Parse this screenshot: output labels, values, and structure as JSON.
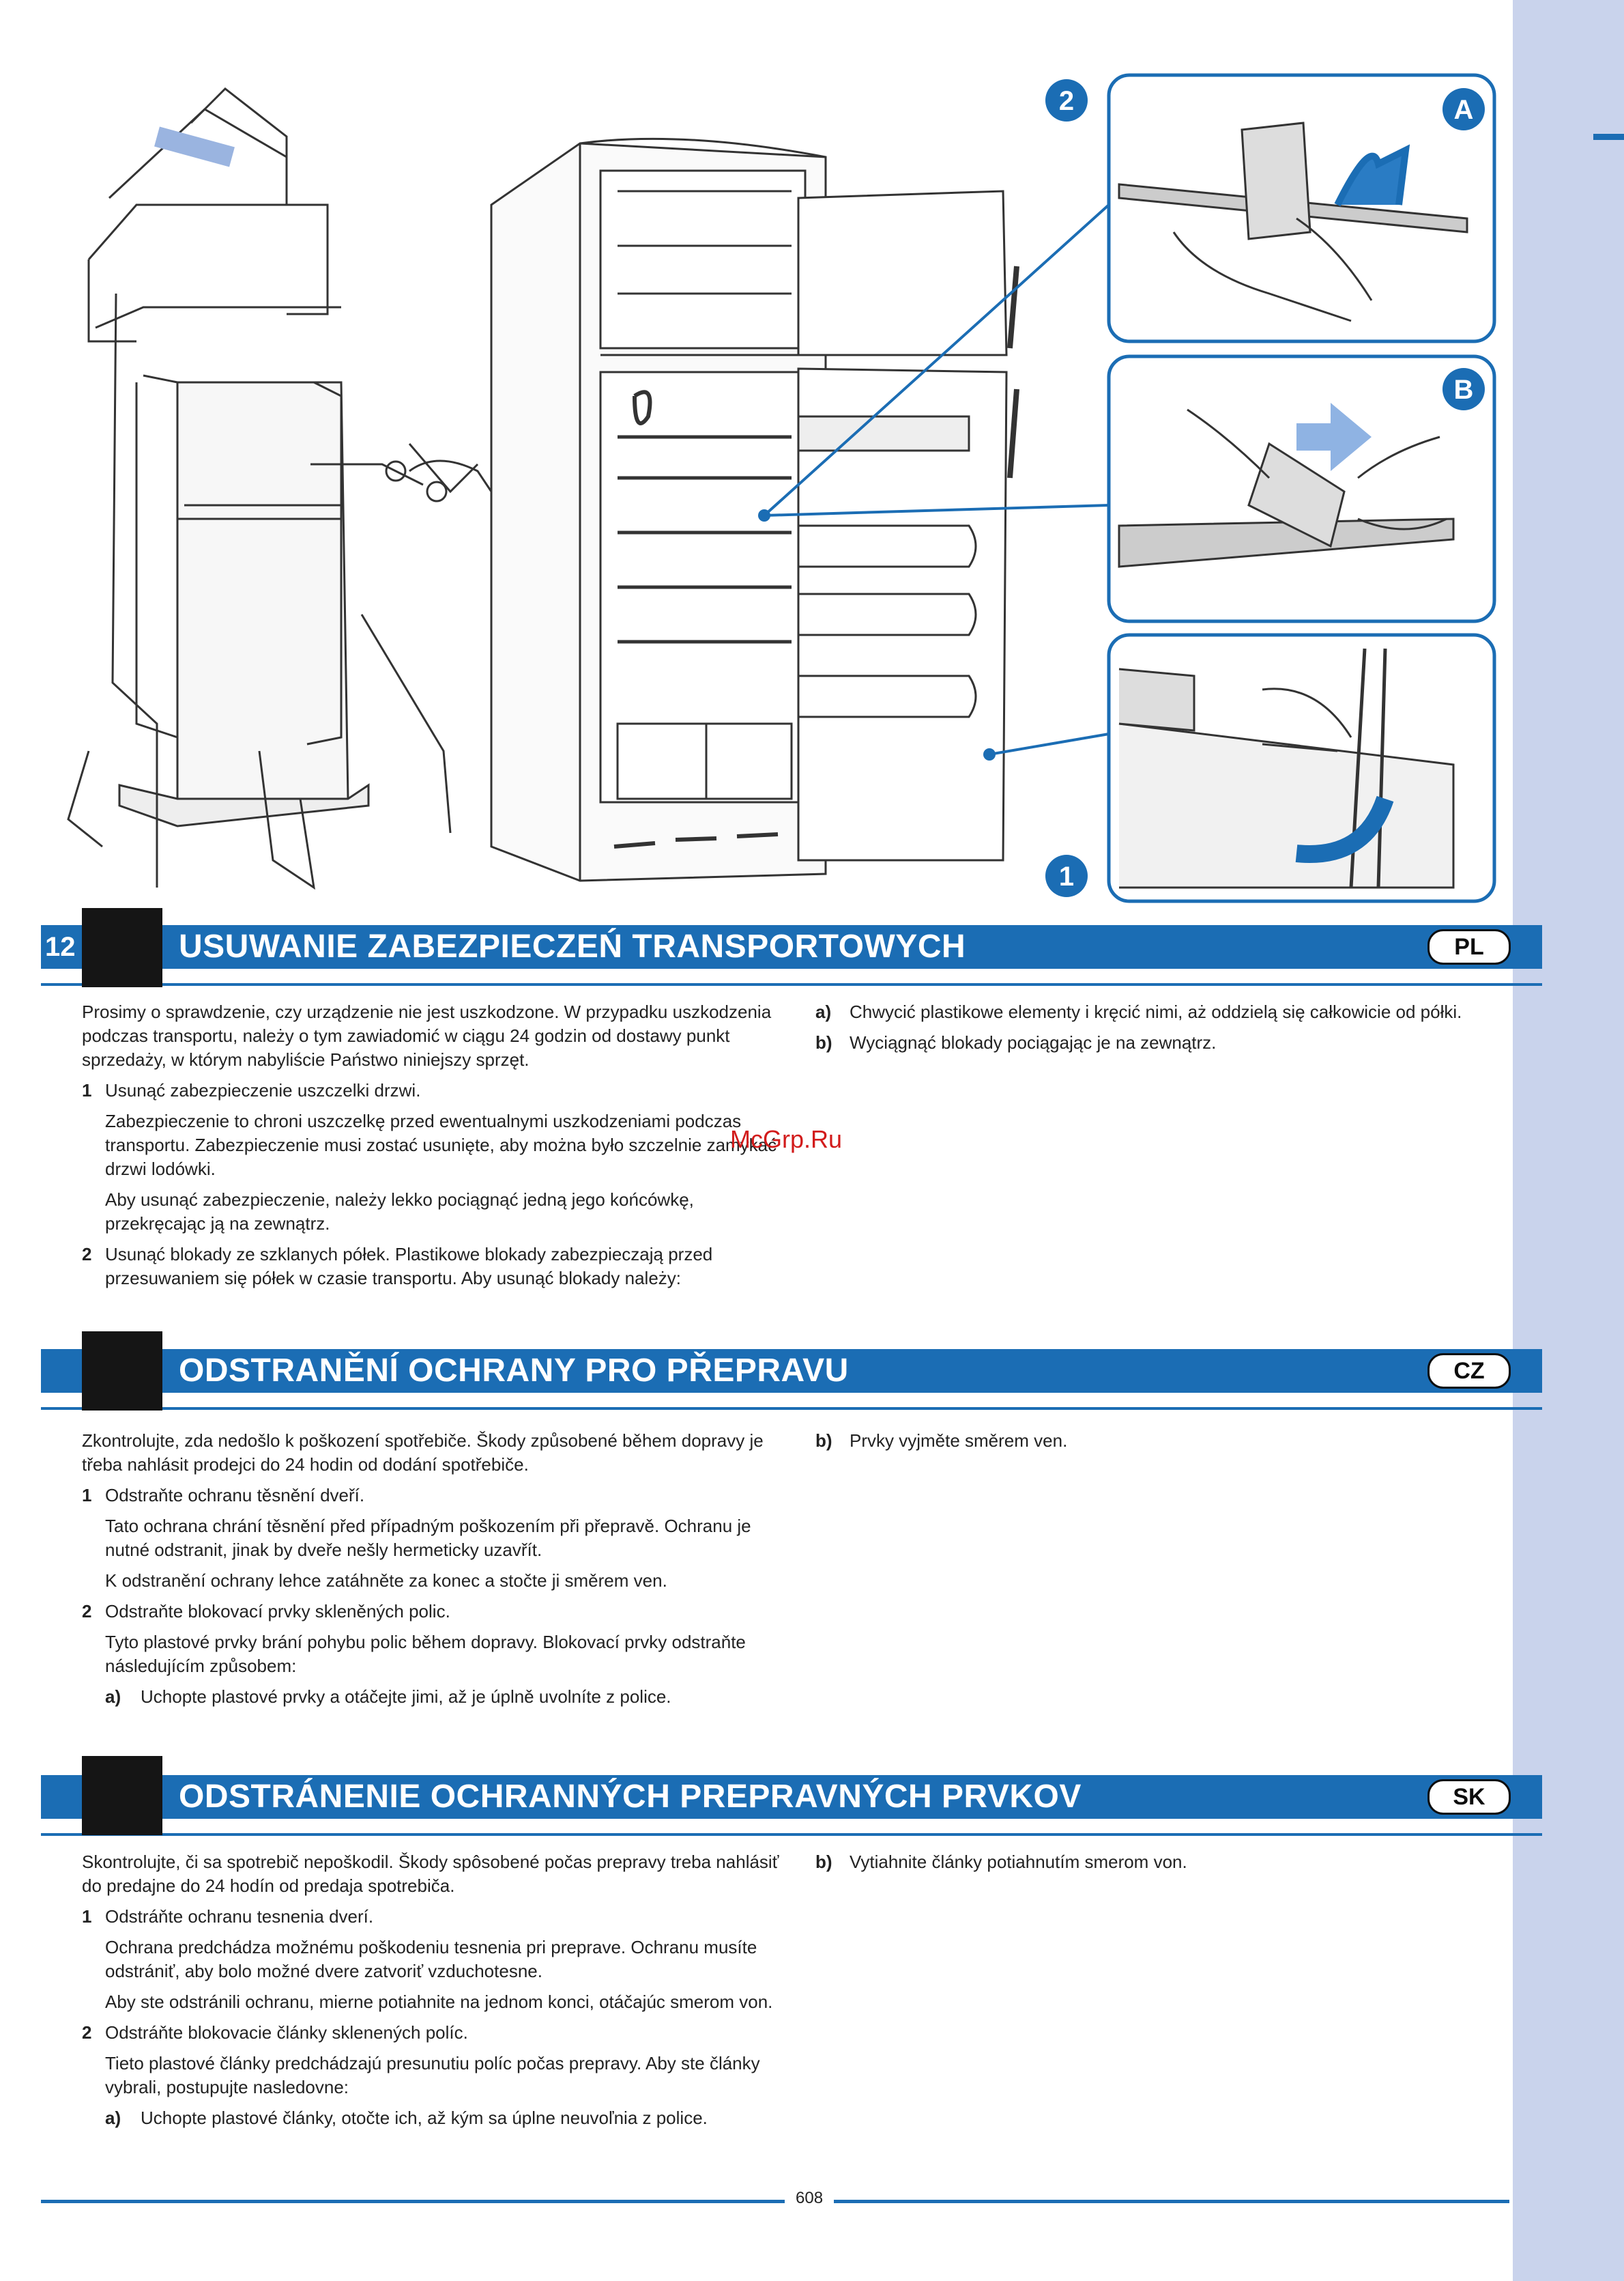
{
  "page_number": "12",
  "footer_page": "608",
  "watermark": "McGrp.Ru",
  "colors": {
    "accent": "#1b6db4",
    "sidebar": "#c9d3ec",
    "text": "#222222"
  },
  "callouts": {
    "one": "1",
    "two": "2",
    "a": "A",
    "b": "B"
  },
  "sections": [
    {
      "lang": "PL",
      "title": "USUWANIE ZABEZPIECZEŃ TRANSPORTOWYCH",
      "left": [
        "Prosimy o sprawdzenie, czy urządzenie nie jest uszkodzone. W przypadku uszkodzenia podczas transportu, należy o tym zawiadomić w ciągu 24 godzin od dostawy punkt sprzedaży, w którym nabyliście Państwo niniejszy sprzęt.",
        "Usunąć zabezpieczenie uszczelki drzwi.",
        "Zabezpieczenie to chroni uszczelkę przed ewentualnymi uszkodzeniami podczas transportu. Zabezpieczenie musi zostać usunięte, aby można było szczelnie zamykać drzwi lodówki.",
        "Aby usunąć zabezpieczenie, należy lekko pociągnąć jedną jego końcówkę, przekręcając ją na zewnątrz.",
        "Usunąć blokady ze szklanych półek. Plastikowe blokady zabezpieczają przed przesuwaniem się półek w czasie transportu. Aby usunąć blokady należy:"
      ],
      "right": [
        {
          "k": "a)",
          "t": "Chwycić plastikowe elementy i kręcić nimi, aż oddzielą się całkowicie od półki."
        },
        {
          "k": "b)",
          "t": "Wyciągnąć blokady pociągając je na zewnątrz."
        }
      ]
    },
    {
      "lang": "CZ",
      "title": "ODSTRANĚNÍ OCHRANY PRO PŘEPRAVU",
      "left": [
        "Zkontrolujte, zda nedošlo k poškození spotřebiče. Škody způsobené během dopravy je třeba nahlásit prodejci do 24 hodin od dodání spotřebiče.",
        "Odstraňte ochranu těsnění dveří.",
        "Tato ochrana chrání těsnění před případným poškozením při přepravě. Ochranu je nutné odstranit, jinak by dveře nešly hermeticky uzavřít.",
        "K odstranění ochrany lehce zatáhněte za konec a stočte ji směrem ven.",
        "Odstraňte blokovací prvky skleněných polic.",
        "Tyto plastové prvky brání pohybu polic během dopravy. Blokovací prvky odstraňte následujícím způsobem:",
        "Uchopte plastové prvky a otáčejte jimi, až je úplně uvolníte z police."
      ],
      "right": [
        {
          "k": "b)",
          "t": "Prvky vyjměte směrem ven."
        }
      ]
    },
    {
      "lang": "SK",
      "title": "ODSTRÁNENIE OCHRANNÝCH PREPRAVNÝCH  PRVKOV",
      "left": [
        "Skontrolujte, či sa spotrebič nepoškodil. Škody spôsobené počas prepravy treba nahlásiť do predajne do 24 hodín od predaja spotrebiča.",
        "Odstráňte ochranu tesnenia dverí.",
        "Ochrana predchádza možnému poškodeniu tesnenia pri preprave. Ochranu musíte odstrániť, aby bolo možné dvere zatvoriť vzduchotesne.",
        "Aby ste odstránili ochranu, mierne potiahnite na jednom konci, otáčajúc smerom von.",
        "Odstráňte blokovacie články sklenených políc.",
        "Tieto plastové články predchádzajú presunutiu políc počas prepravy. Aby ste články vybrali, postupujte nasledovne:",
        "Uchopte plastové články, otočte ich, až kým sa úplne neuvoľnia z police."
      ],
      "right": [
        {
          "k": "b)",
          "t": "Vytiahnite články potiahnutím smerom von."
        }
      ]
    }
  ],
  "num_labels": {
    "one": "1",
    "two": "2",
    "a": "a)"
  }
}
